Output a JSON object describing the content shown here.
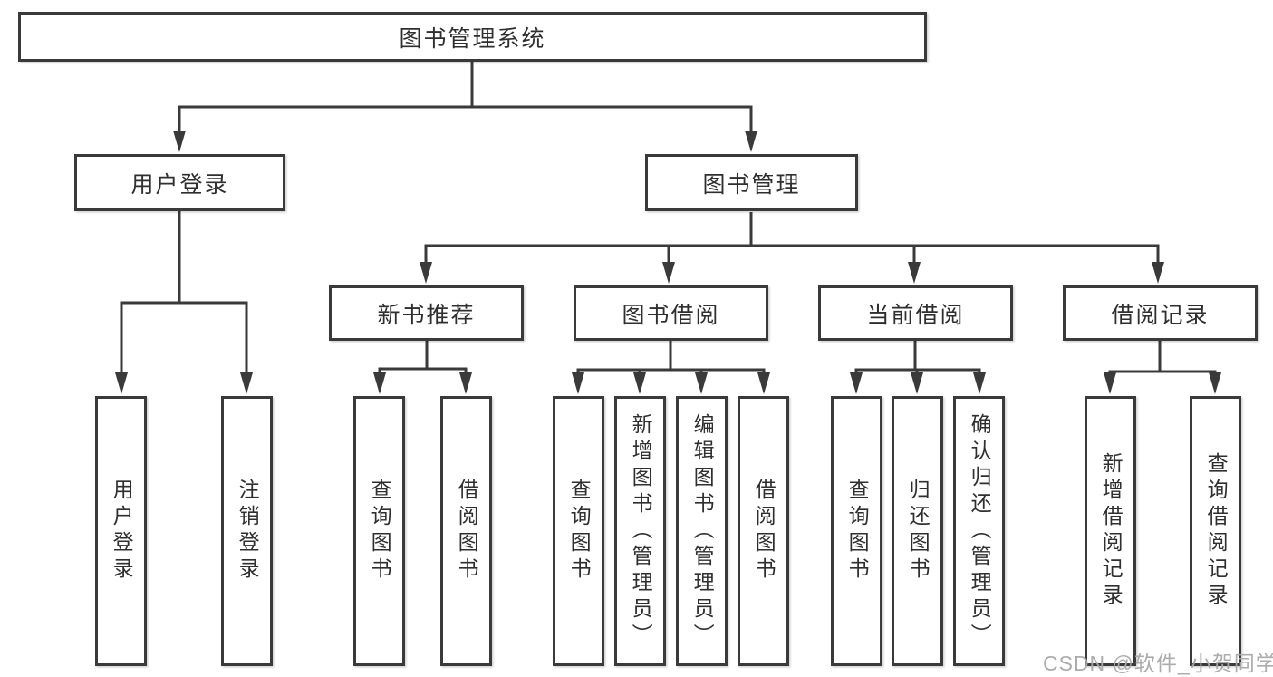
{
  "diagram": {
    "root": "图书管理系统",
    "branches": [
      {
        "label": "用户登录",
        "children": [
          "用户登录",
          "注销登录"
        ]
      },
      {
        "label": "图书管理",
        "sections": [
          {
            "label": "新书推荐",
            "children": [
              "查询图书",
              "借阅图书"
            ]
          },
          {
            "label": "图书借阅",
            "children": [
              "查询图书",
              "新增图书（管理员）",
              "编辑图书（管理员）",
              "借阅图书"
            ]
          },
          {
            "label": "当前借阅",
            "children": [
              "查询图书",
              "归还图书",
              "确认归还（管理员）"
            ]
          },
          {
            "label": "借阅记录",
            "children": [
              "新增借阅记录",
              "查询借阅记录"
            ]
          }
        ]
      }
    ],
    "watermark": "CSDN @软件_小贺同学",
    "colors": {
      "line": "#3a3a3a",
      "text": "#2f2f2f",
      "watermark": "#a8a8a8",
      "background": "#ffffff"
    }
  }
}
